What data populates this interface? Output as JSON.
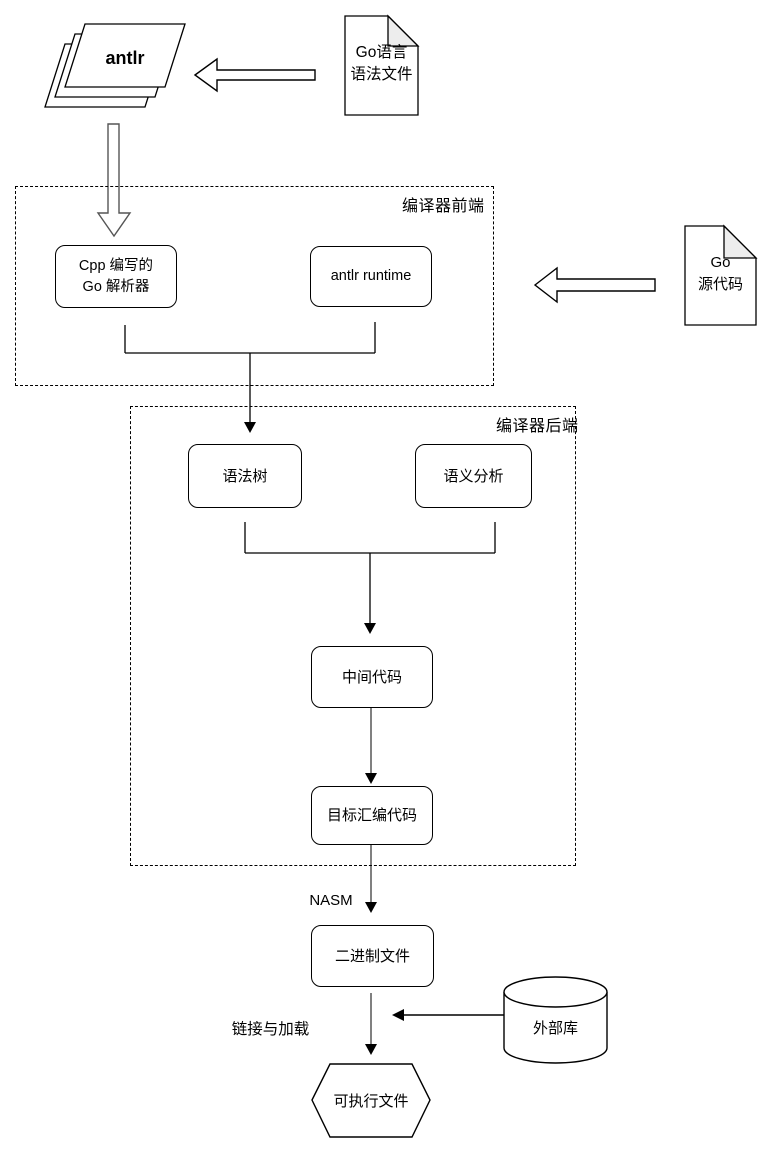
{
  "diagram": {
    "title_implicit": "Go compiler pipeline flowchart",
    "nodes": {
      "antlr": {
        "label": "antlr"
      },
      "grammar_doc": {
        "label": "Go语言\n语法文件"
      },
      "cpp_parser": {
        "label": "Cpp 编写的\nGo 解析器"
      },
      "antlr_runtime": {
        "label": "antlr runtime"
      },
      "source_doc": {
        "label": "Go\n源代码"
      },
      "syntax_tree": {
        "label": "语法树"
      },
      "semantic_analysis": {
        "label": "语义分析"
      },
      "intermediate_code": {
        "label": "中间代码"
      },
      "target_assembly": {
        "label": "目标汇编代码"
      },
      "binary_file": {
        "label": "二进制文件"
      },
      "executable": {
        "label": "可执行文件"
      },
      "external_lib": {
        "label": "外部库"
      }
    },
    "groups": {
      "frontend": {
        "label": "编译器前端"
      },
      "backend": {
        "label": "编译器后端"
      }
    },
    "edge_labels": {
      "nasm": "NASM",
      "link_load": "链接与加载"
    },
    "colors": {
      "background": "#ffffff",
      "line": "#000000",
      "gray_arrow_shaft": "#808080",
      "hollow_arrow_outline": "#555555",
      "document_fold_fill": "#ededed"
    }
  }
}
